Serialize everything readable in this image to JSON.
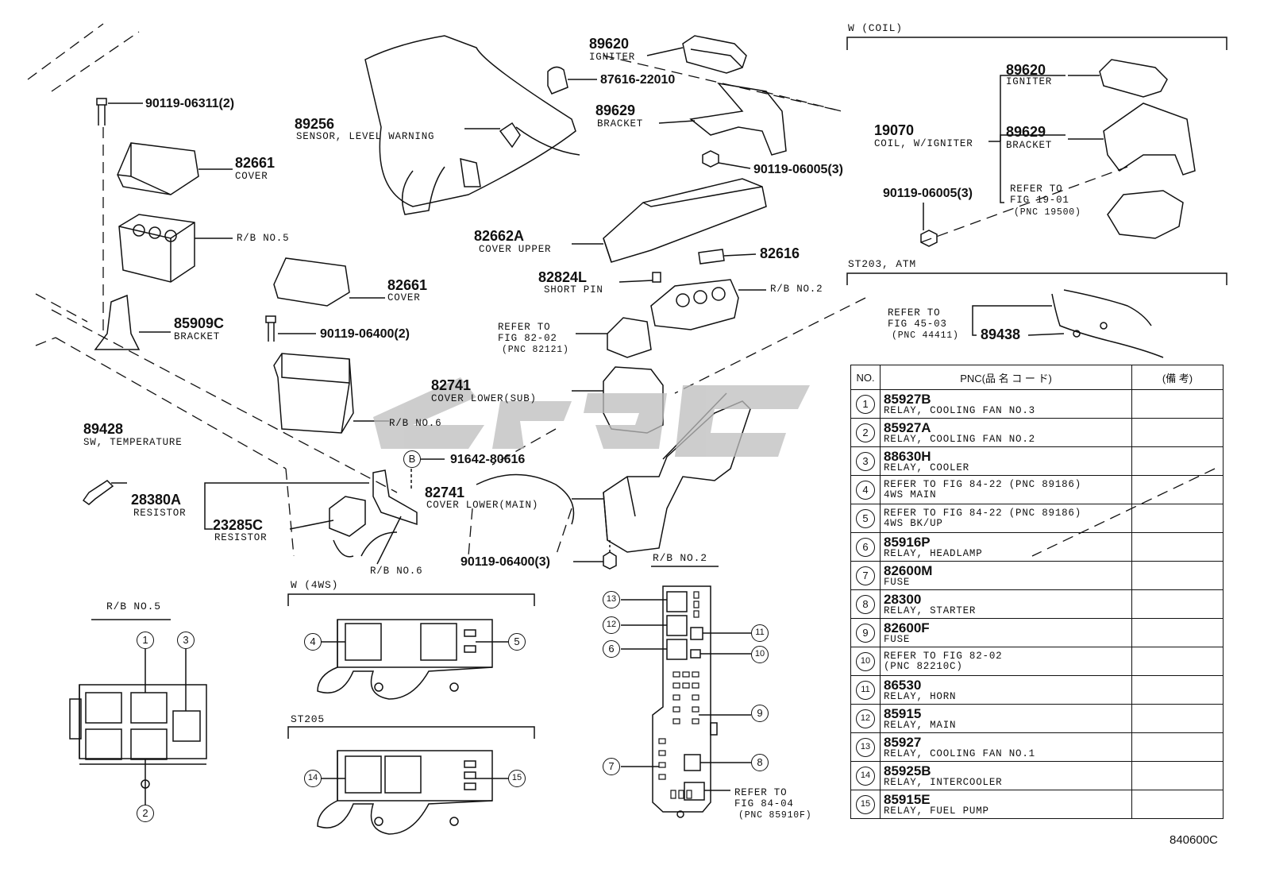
{
  "labels": {
    "w_coil": "W (COIL)",
    "st203_atm": "ST203, ATM",
    "rb_no5_title": "R/B NO.5",
    "w_4ws": "W (4WS)",
    "st205": "ST205",
    "rb_no2_title": "R/B NO.2",
    "diagram_code": "840600C"
  },
  "parts": {
    "bolt_90119_06311": "90119-06311(2)",
    "p82661a": "82661",
    "p82661a_d": "COVER",
    "rb_no5": "R/B NO.5",
    "p85909c": "85909C",
    "p85909c_d": "BRACKET",
    "p89428": "89428",
    "p89428_d": "SW, TEMPERATURE",
    "p28380a": "28380A",
    "p28380a_d": "RESISTOR",
    "p23285c": "23285C",
    "p23285c_d": "RESISTOR",
    "rb_no6_a": "R/B NO.6",
    "rb_no6_b": "R/B NO.6",
    "p82661b": "82661",
    "p82661b_d": "COVER",
    "bolt_90119_06400a": "90119-06400(2)",
    "p89256": "89256",
    "p89256_d": "SENSOR, LEVEL WARNING",
    "p89620a": "89620",
    "p89620a_d": "IGNITER",
    "p87616": "87616-22010",
    "p89629a": "89629",
    "p89629a_d": "BRACKET",
    "bolt_90119_06005a": "90119-06005(3)",
    "p82662a": "82662A",
    "p82662a_d": "COVER UPPER",
    "p82616": "82616",
    "p82824l": "82824L",
    "p82824l_d": "SHORT PIN",
    "rb_no2": "R/B NO.2",
    "ref_82_02": "REFER TO",
    "ref_82_02_b": "FIG 82-02",
    "ref_82_02_c": "(PNC 82121)",
    "p82741a": "82741",
    "p82741a_d": "COVER LOWER(SUB)",
    "b_mark": "B",
    "p91642": "91642-80616",
    "p82741b": "82741",
    "p82741b_d": "COVER LOWER(MAIN)",
    "bolt_90119_06400b": "90119-06400(3)",
    "p89620b": "89620",
    "p89620b_d": "IGNITER",
    "p19070": "19070",
    "p19070_d": "COIL, W/IGNITER",
    "p89629b": "89629",
    "p89629b_d": "BRACKET",
    "bolt_90119_06005b": "90119-06005(3)",
    "ref_19_01": "REFER TO",
    "ref_19_01_b": "FIG 19-01",
    "ref_19_01_c": "(PNC 19500)",
    "ref_45_03": "REFER TO",
    "ref_45_03_b": "FIG 45-03",
    "ref_45_03_c": "(PNC 44411)",
    "p89438": "89438",
    "ref_84_04": "REFER TO",
    "ref_84_04_b": "FIG 84-04",
    "ref_84_04_c": "(PNC 85910F)"
  },
  "callouts": [
    "1",
    "2",
    "3",
    "4",
    "5",
    "6",
    "7",
    "8",
    "9",
    "10",
    "11",
    "12",
    "13",
    "14",
    "15"
  ],
  "table": {
    "headers": [
      "NO.",
      "PNC(品 名 コ ー ド)",
      "(備 考)"
    ],
    "rows": [
      {
        "no": "1",
        "pnc": "85927B",
        "desc": "RELAY, COOLING FAN NO.3"
      },
      {
        "no": "2",
        "pnc": "85927A",
        "desc": "RELAY, COOLING FAN NO.2"
      },
      {
        "no": "3",
        "pnc": "88630H",
        "desc": "RELAY, COOLER"
      },
      {
        "no": "4",
        "pnc": "",
        "desc": "REFER TO FIG 84-22  (PNC 89186)",
        "desc2": "4WS MAIN"
      },
      {
        "no": "5",
        "pnc": "",
        "desc": "REFER TO FIG 84-22  (PNC 89186)",
        "desc2": "4WS BK/UP"
      },
      {
        "no": "6",
        "pnc": "85916P",
        "desc": "RELAY, HEADLAMP"
      },
      {
        "no": "7",
        "pnc": "82600M",
        "desc": "FUSE"
      },
      {
        "no": "8",
        "pnc": "28300",
        "desc": "RELAY, STARTER"
      },
      {
        "no": "9",
        "pnc": "82600F",
        "desc": "FUSE"
      },
      {
        "no": "10",
        "pnc": "",
        "desc": "REFER TO FIG 82-02",
        "desc2": "(PNC 82210C)"
      },
      {
        "no": "11",
        "pnc": "86530",
        "desc": "RELAY, HORN"
      },
      {
        "no": "12",
        "pnc": "85915",
        "desc": "RELAY, MAIN"
      },
      {
        "no": "13",
        "pnc": "85927",
        "desc": "RELAY, COOLING FAN NO.1"
      },
      {
        "no": "14",
        "pnc": "85925B",
        "desc": "RELAY, INTERCOOLER"
      },
      {
        "no": "15",
        "pnc": "85915E",
        "desc": "RELAY, FUEL PUMP"
      }
    ]
  }
}
